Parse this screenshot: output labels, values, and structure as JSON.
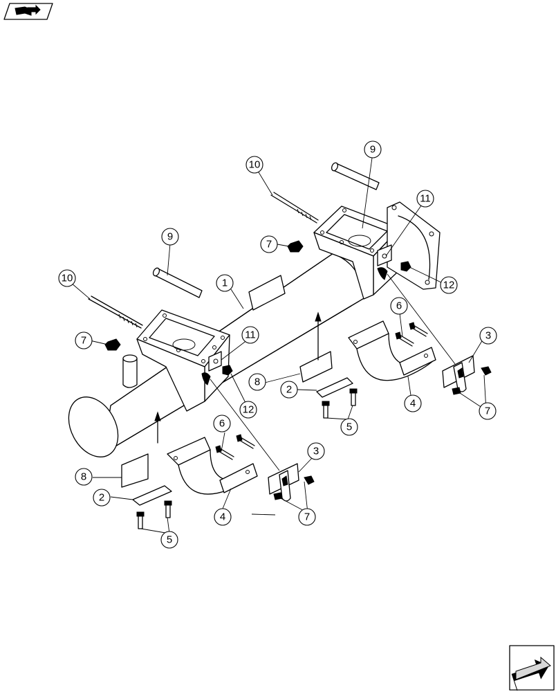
{
  "callouts": [
    {
      "id": "c1",
      "text": "1"
    },
    {
      "id": "c2a",
      "text": "2"
    },
    {
      "id": "c2b",
      "text": "2"
    },
    {
      "id": "c3a",
      "text": "3"
    },
    {
      "id": "c3b",
      "text": "3"
    },
    {
      "id": "c4a",
      "text": "4"
    },
    {
      "id": "c4b",
      "text": "4"
    },
    {
      "id": "c5a",
      "text": "5"
    },
    {
      "id": "c5b",
      "text": "5"
    },
    {
      "id": "c6a",
      "text": "6"
    },
    {
      "id": "c6b",
      "text": "6"
    },
    {
      "id": "c7a",
      "text": "7"
    },
    {
      "id": "c7b",
      "text": "7"
    },
    {
      "id": "c7c",
      "text": "7"
    },
    {
      "id": "c7d",
      "text": "7"
    },
    {
      "id": "c8a",
      "text": "8"
    },
    {
      "id": "c8b",
      "text": "8"
    },
    {
      "id": "c9a",
      "text": "9"
    },
    {
      "id": "c9b",
      "text": "9"
    },
    {
      "id": "c10a",
      "text": "10"
    },
    {
      "id": "c10b",
      "text": "10"
    },
    {
      "id": "c11a",
      "text": "11"
    },
    {
      "id": "c11b",
      "text": "11"
    },
    {
      "id": "c12a",
      "text": "12"
    },
    {
      "id": "c12b",
      "text": "12"
    }
  ],
  "icons": {
    "top_left": "book-icon",
    "bottom_right": "next-page-arrow-icon"
  }
}
